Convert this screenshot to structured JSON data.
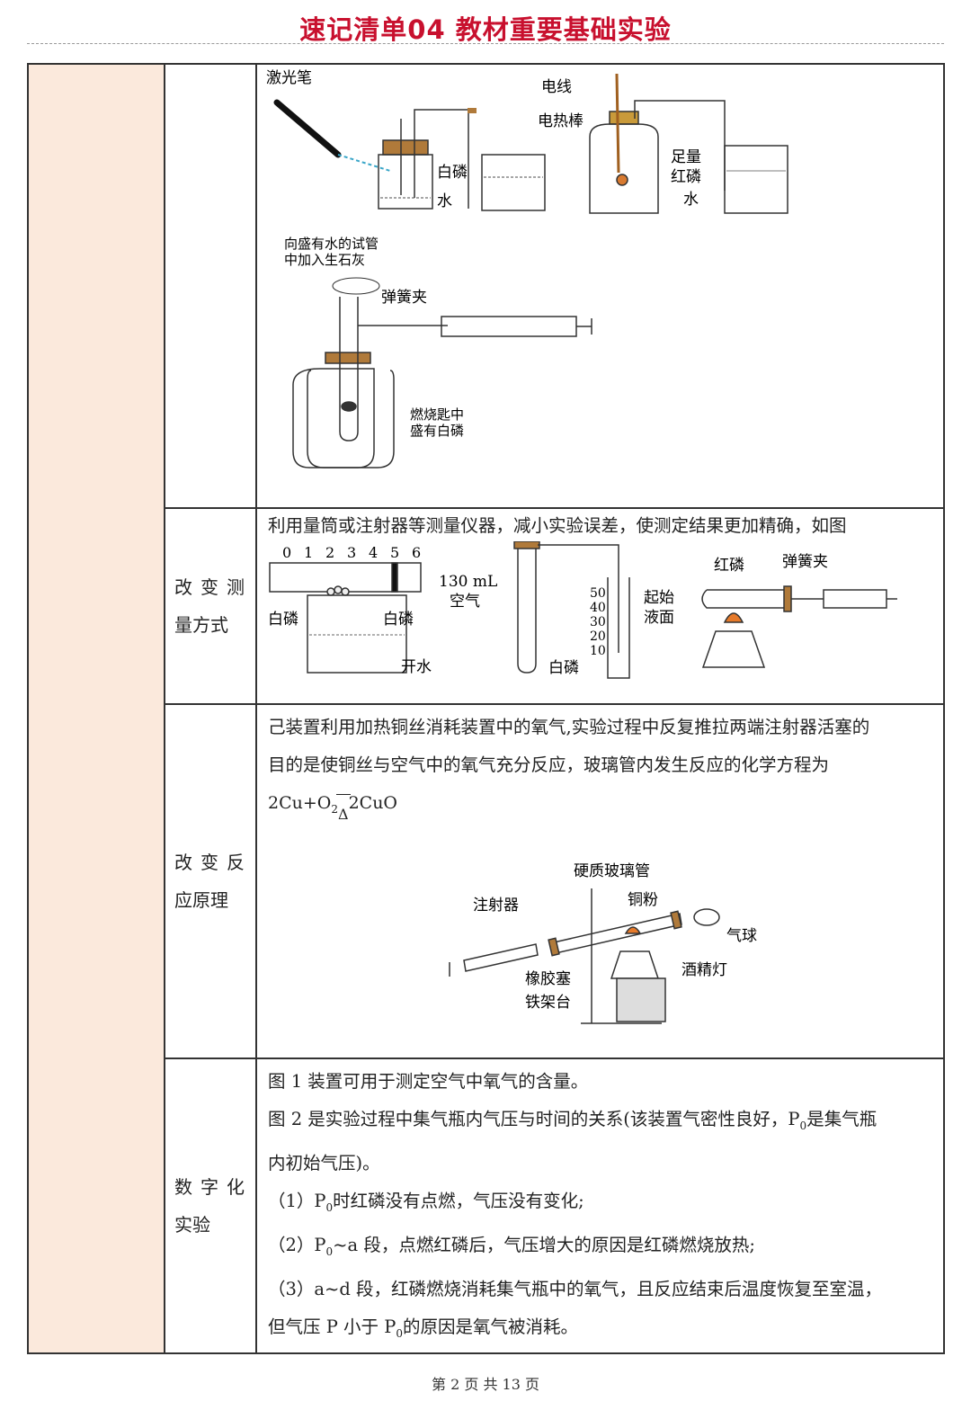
{
  "header": {
    "title": "速记清单04 教材重要基础实验"
  },
  "rows": [
    {
      "category": "",
      "diagram_labels": {
        "laser": "激光笔",
        "white_p": "白磷",
        "water": "水",
        "wire": "电线",
        "heater": "电热棒",
        "enough": "足量",
        "red_p": "红磷",
        "water2": "水",
        "quicklime1": "向盛有水的试管",
        "quicklime2": "中加入生石灰",
        "clip": "弹簧夹",
        "spoon1": "燃烧匙中",
        "spoon2": "盛有白磷"
      }
    },
    {
      "category_line1": "改变测",
      "category_line2": "量方式",
      "text": "利用量筒或注射器等测量仪器，减小实验误差，使测定结果更加精确，如图",
      "diagram_labels": {
        "scale": [
          "0",
          "1",
          "2",
          "3",
          "4",
          "5",
          "6"
        ],
        "white_p_left": "白磷",
        "white_p_right": "白磷",
        "boiling": "开水",
        "air_vol": "130 mL",
        "air": "空气",
        "white_p_tube": "白磷",
        "cyl_ticks": [
          "50",
          "40",
          "30",
          "20",
          "10"
        ],
        "start1": "起始",
        "start2": "液面",
        "red_p": "红磷",
        "clip": "弹簧夹"
      }
    },
    {
      "category_line1": "改变反",
      "category_line2": "应原理",
      "text_line1": "己装置利用加热铜丝消耗装置中的氧气,实验过程中反复推拉两端注射器活塞的",
      "text_line2": "目的是使铜丝与空气中的氧气充分反应，玻璃管内发生反应的化学方程为",
      "equation_left": "2Cu+O",
      "equation_sub": "2",
      "equation_cond": "Δ",
      "equation_right": "2CuO",
      "diagram_labels": {
        "tube": "硬质玻璃管",
        "syringe": "注射器",
        "copper": "铜粉",
        "balloon": "气球",
        "stopper": "橡胶塞",
        "lamp": "酒精灯",
        "stand": "铁架台"
      }
    },
    {
      "category_line1": "数字化",
      "category_line2": "实验",
      "line1": "图 1 装置可用于测定空气中氧气的含量。",
      "line2a": "图 2 是实验过程中集气瓶内气压与时间的关系(该装置气密性良好，P",
      "line2sub": "0",
      "line2b": "是集气瓶",
      "line3": "内初始气压)。",
      "line4a": "（1）P",
      "line4sub": "0",
      "line4b": "时红磷没有点燃，气压没有变化;",
      "line5a": "（2）P",
      "line5sub": "0",
      "line5b": "~a 段，点燃红磷后，气压增大的原因是红磷燃烧放热;",
      "line6": "（3）a~d 段，红磷燃烧消耗集气瓶中的氧气，且反应结束后温度恢复至室温，",
      "line7a": "但气压 P 小于 P",
      "line7sub": "0",
      "line7b": "的原因是氧气被消耗。"
    }
  ],
  "footer": {
    "text": "第 2 页 共 13 页"
  }
}
